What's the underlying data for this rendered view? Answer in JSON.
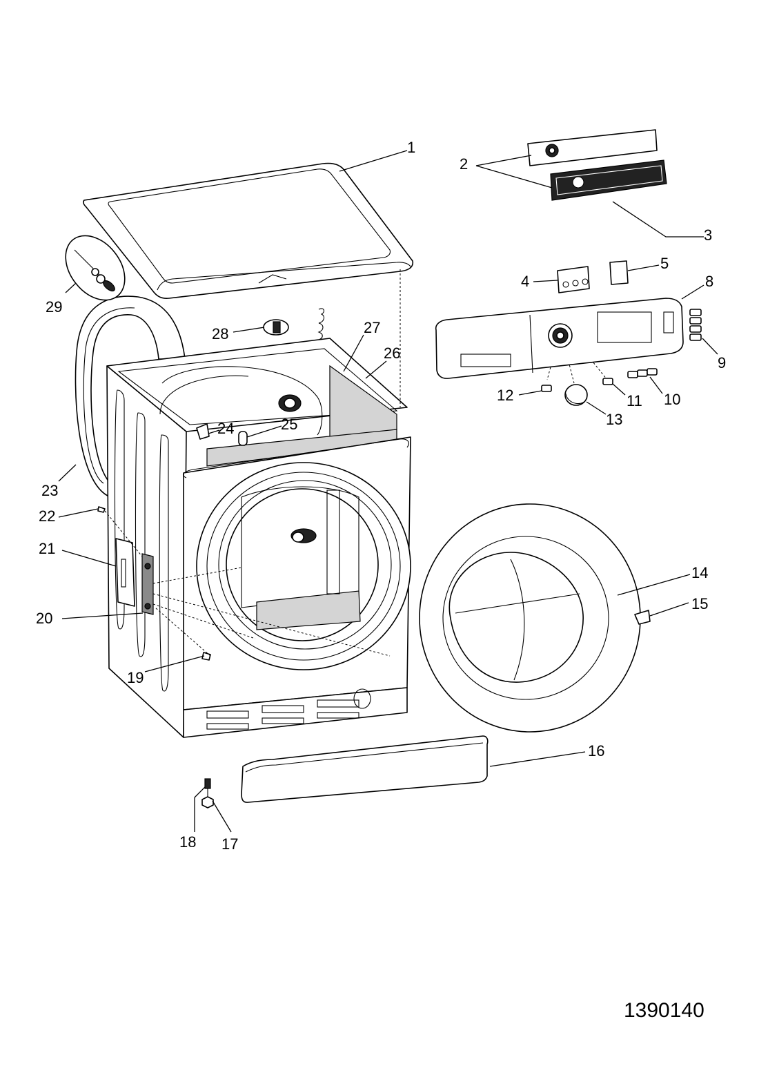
{
  "drawing_number": "1390140",
  "callouts": [
    "1",
    "2",
    "3",
    "4",
    "5",
    "8",
    "9",
    "10",
    "11",
    "12",
    "13",
    "14",
    "15",
    "16",
    "17",
    "18",
    "19",
    "20",
    "21",
    "22",
    "23",
    "24",
    "25",
    "26",
    "27",
    "28",
    "29"
  ]
}
